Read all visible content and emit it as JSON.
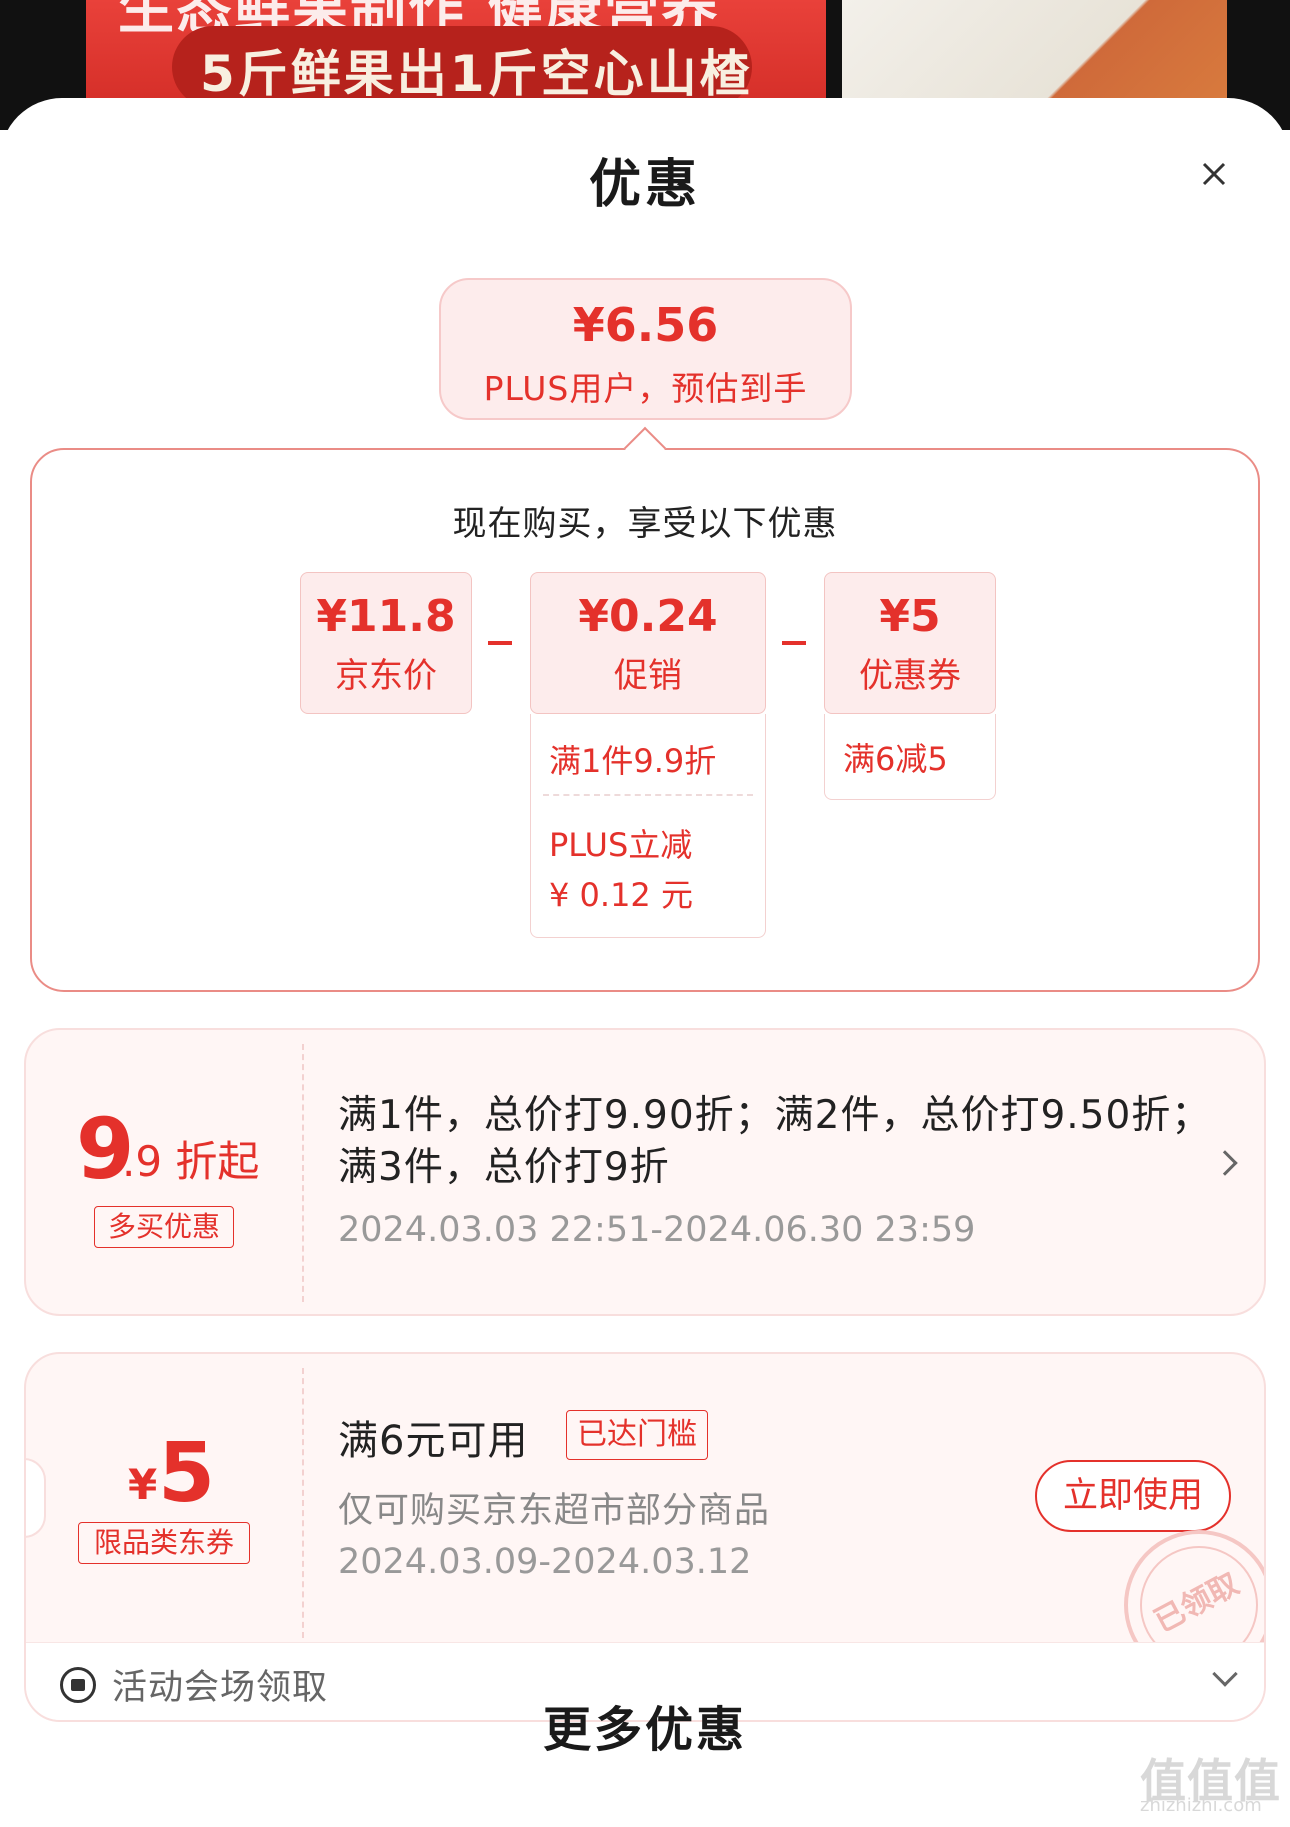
{
  "banner": {
    "title": "生态鲜果制作 健康营养",
    "subtitle": "5斤鲜果出1斤空心山楂"
  },
  "sheet": {
    "title": "优惠",
    "close_icon": "close-icon"
  },
  "estimate": {
    "price": "¥6.56",
    "label": "PLUS用户，预估到手"
  },
  "breakdown": {
    "title": "现在购买，享受以下优惠",
    "items": [
      {
        "value": "¥11.8",
        "label": "京东价"
      },
      {
        "value": "¥0.24",
        "label": "促销",
        "details": [
          "满1件9.9折",
          "PLUS立减",
          "¥ 0.12 元"
        ]
      },
      {
        "value": "¥5",
        "label": "优惠券",
        "details": [
          "满6减5"
        ]
      }
    ]
  },
  "multi_buy": {
    "big": "9",
    "small": ".9 折起",
    "tag": "多买优惠",
    "text": "满1件，总价打9.90折；满2件，总价打9.50折；满3件，总价打9折",
    "date": "2024.03.03 22:51-2024.06.30 23:59"
  },
  "coupon": {
    "currency": "¥",
    "value": "5",
    "tag": "限品类东券",
    "title": "满6元可用",
    "badge": "已达门槛",
    "scope": "仅可购买京东超市部分商品",
    "date": "2024.03.09-2024.03.12",
    "use_button": "立即使用",
    "stamp": "已领取",
    "venue_text": "活动会场领取"
  },
  "more": {
    "title": "更多优惠"
  },
  "watermark": {
    "text": "值值值",
    "url": "zhizhizhi.com"
  },
  "colors": {
    "accent": "#e4312b",
    "panel_bg": "#fdecec",
    "card_bg": "#fff6f5"
  }
}
